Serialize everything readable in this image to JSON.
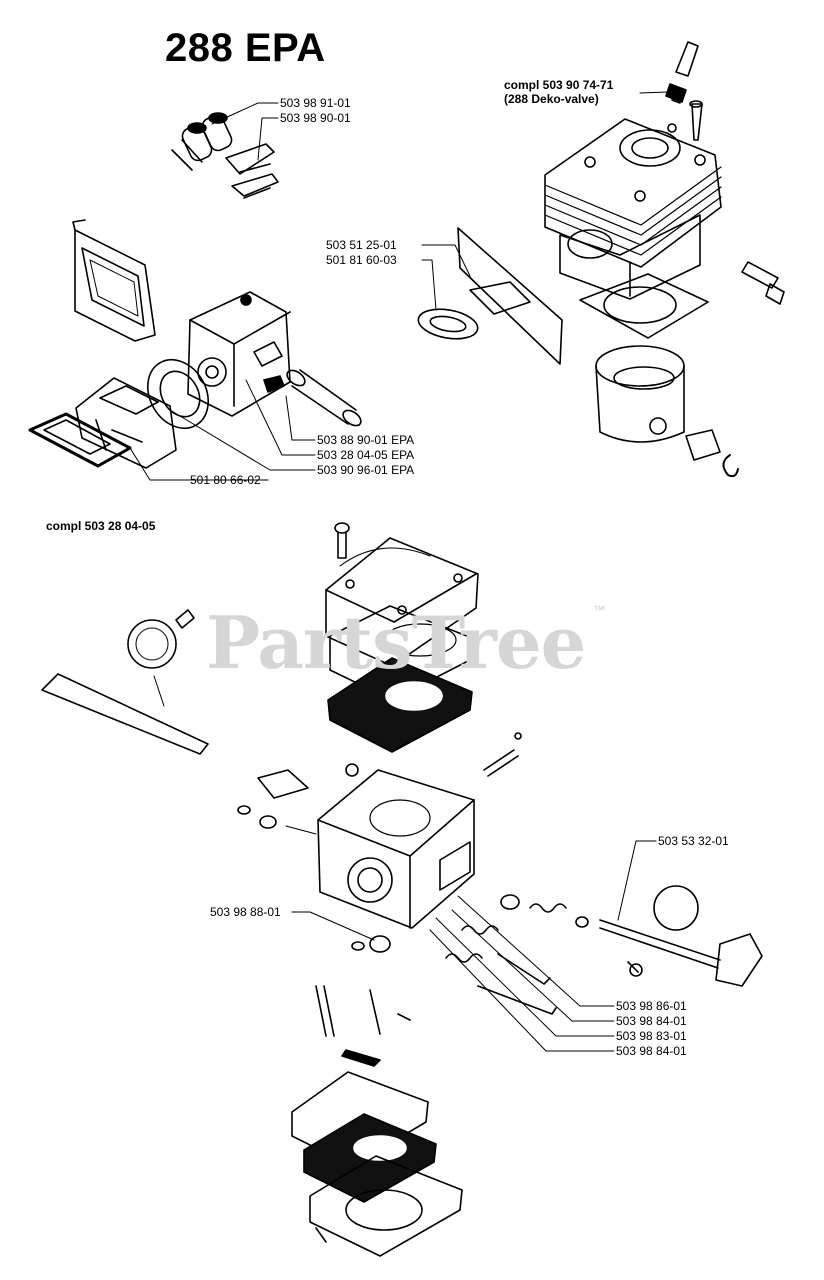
{
  "title": "288 EPA",
  "watermark": {
    "text": "PartsTree",
    "mark": "™"
  },
  "sections": {
    "cylinder_assembly": "compl 503 90 74-71",
    "cylinder_note": "(288 Deko-valve)",
    "carburetor_assembly": "compl 503 28 04-05"
  },
  "part_numbers": {
    "p1": "503 98 91-01",
    "p2": "503 98 90-01",
    "p3": "503 51 25-01",
    "p4": "501 81 60-03",
    "p5": "503 88 90-01 EPA",
    "p6": "503 28 04-05 EPA",
    "p7": "503 90 96-01 EPA",
    "p8": "501 80 66-02",
    "p9": "503 53 32-01",
    "p10": "503 98 88-01",
    "p11": "503 98 86-01",
    "p12": "503 98 84-01",
    "p13": "503 98 83-01",
    "p14": "503 98 84-01"
  }
}
